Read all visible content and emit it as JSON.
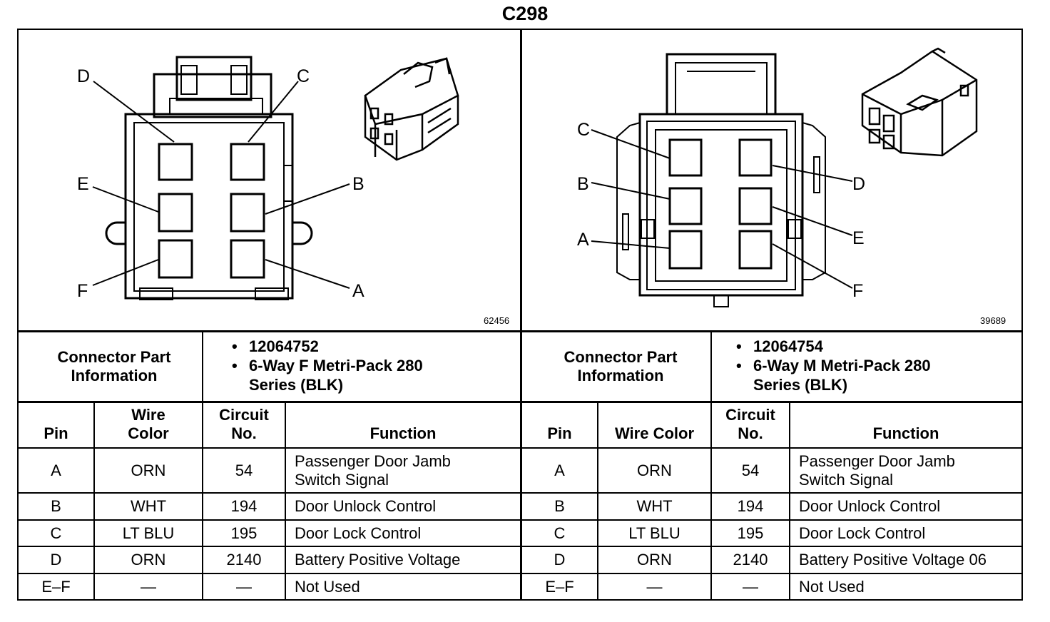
{
  "title": "C298",
  "left_diagram": {
    "ref_number": "62456",
    "pin_labels": [
      "A",
      "B",
      "C",
      "D",
      "E",
      "F"
    ]
  },
  "right_diagram": {
    "ref_number": "39689",
    "pin_labels": [
      "A",
      "B",
      "C",
      "D",
      "E",
      "F"
    ]
  },
  "left_info": {
    "label": "Connector Part Information",
    "items": [
      "12064752",
      "6-Way F Metri-Pack 280 Series (BLK)"
    ]
  },
  "right_info": {
    "label": "Connector Part Information",
    "items": [
      "12064754",
      "6-Way M Metri-Pack 280 Series (BLK)"
    ]
  },
  "left_table": {
    "headers": [
      "Pin",
      "Wire Color",
      "Circuit No.",
      "Function"
    ],
    "rows": [
      {
        "pin": "A",
        "color": "ORN",
        "circuit": "54",
        "function": "Passenger Door Jamb Switch Signal"
      },
      {
        "pin": "B",
        "color": "WHT",
        "circuit": "194",
        "function": "Door Unlock Control"
      },
      {
        "pin": "C",
        "color": "LT BLU",
        "circuit": "195",
        "function": "Door Lock Control"
      },
      {
        "pin": "D",
        "color": "ORN",
        "circuit": "2140",
        "function": "Battery Positive Voltage"
      },
      {
        "pin": "E–F",
        "color": "—",
        "circuit": "—",
        "function": "Not Used"
      }
    ]
  },
  "right_table": {
    "headers": [
      "Pin",
      "Wire Color",
      "Circuit No.",
      "Function"
    ],
    "rows": [
      {
        "pin": "A",
        "color": "ORN",
        "circuit": "54",
        "function": "Passenger Door Jamb Switch Signal"
      },
      {
        "pin": "B",
        "color": "WHT",
        "circuit": "194",
        "function": "Door Unlock Control"
      },
      {
        "pin": "C",
        "color": "LT BLU",
        "circuit": "195",
        "function": "Door Lock Control"
      },
      {
        "pin": "D",
        "color": "ORN",
        "circuit": "2140",
        "function": "Battery Positive Voltage 06"
      },
      {
        "pin": "E–F",
        "color": "—",
        "circuit": "—",
        "function": "Not Used"
      }
    ]
  }
}
